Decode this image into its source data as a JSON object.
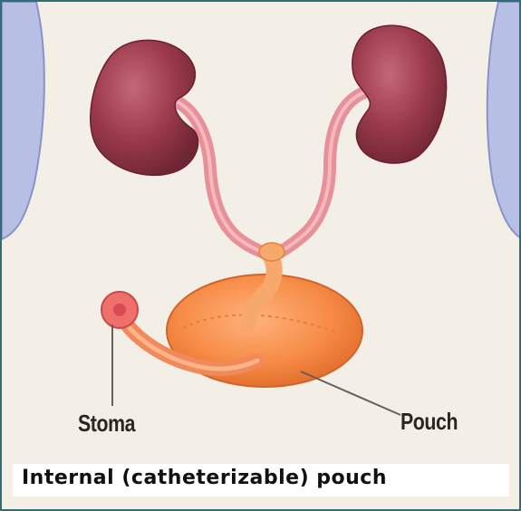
{
  "labels": {
    "stoma": "Stoma",
    "pouch": "Pouch"
  },
  "caption": "Internal (catheterizable) pouch",
  "colors": {
    "border": "#2e6f74",
    "background": "#f4efe6",
    "body_outline": "#9aa6d6",
    "kidney": "#9b3a4c",
    "ureter": "#e7909a",
    "pouch": "#f39352",
    "pointer_line": "#6a5e58"
  }
}
